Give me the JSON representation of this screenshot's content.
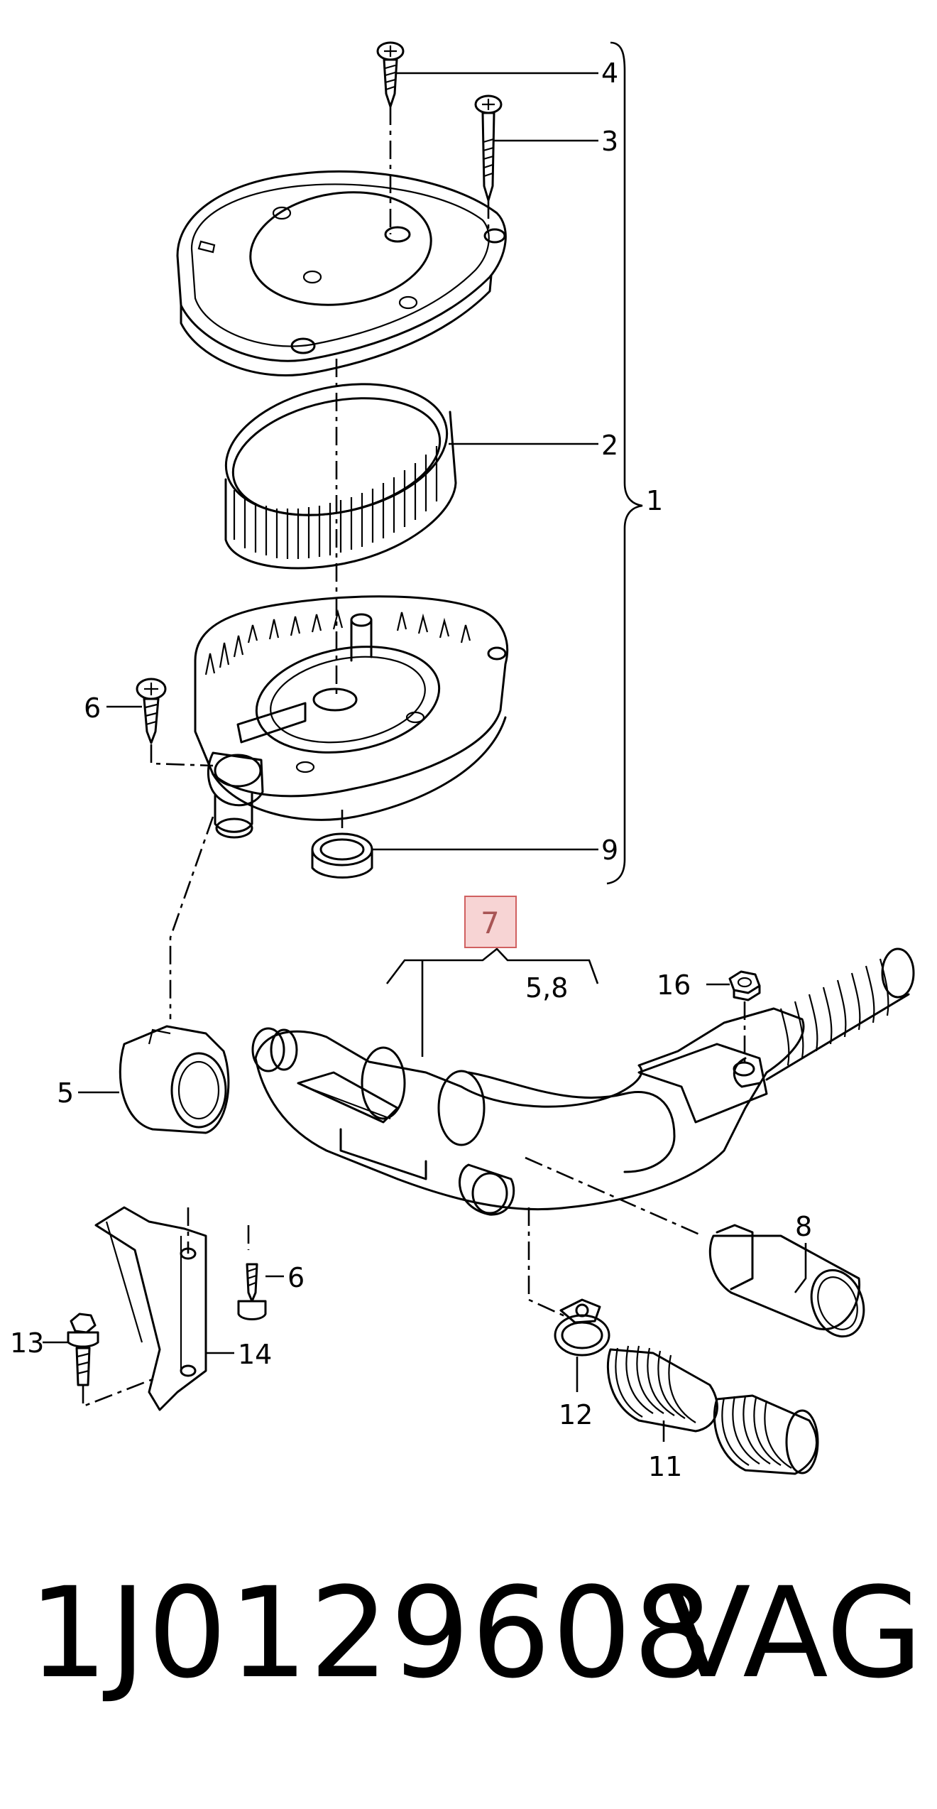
{
  "callouts": {
    "c1": "1",
    "c2": "2",
    "c3": "3",
    "c4": "4",
    "c5": "5",
    "c6a": "6",
    "c6b": "6",
    "c7": "7",
    "c58": "5,8",
    "c8": "8",
    "c9": "9",
    "c11": "11",
    "c12": "12",
    "c13": "13",
    "c14": "14",
    "c16": "16"
  },
  "highlight_color": "#f2b8b8",
  "footer": {
    "part_number": "1J0129608",
    "brand": "VAG"
  }
}
